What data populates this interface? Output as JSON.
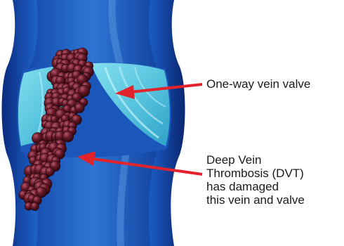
{
  "annotations": {
    "valve": {
      "text": "One-way vein valve",
      "arrow_color": "#e2232b"
    },
    "dvt": {
      "lines": [
        "Deep Vein",
        "Thrombosis (DVT)",
        "has damaged",
        "this vein and valve"
      ],
      "arrow_color": "#e2232b"
    }
  },
  "colors": {
    "vein_dark": "#0d2f86",
    "vein_mid": "#1d63c8",
    "vein_light": "#3f8fe6",
    "valve": "#63d1e3",
    "clot": "#5a1521",
    "clot_highlight": "#b3576a"
  }
}
